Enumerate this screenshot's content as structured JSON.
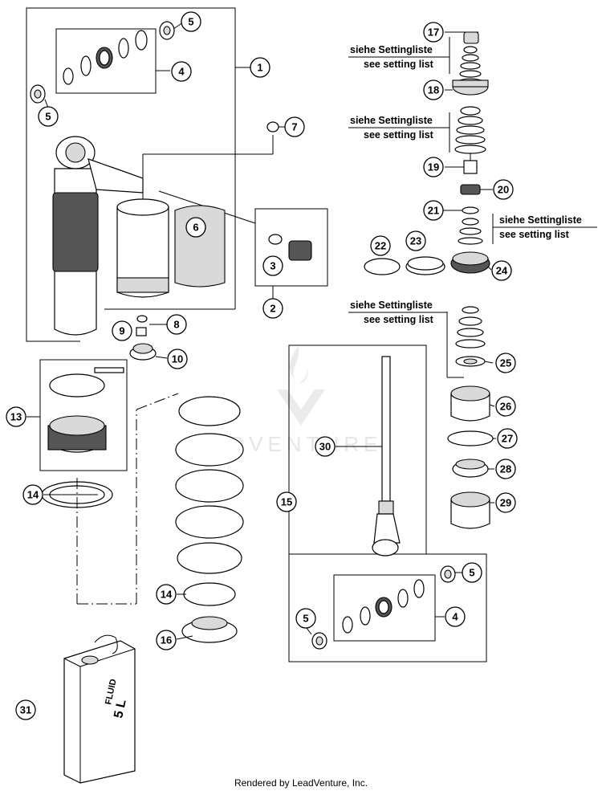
{
  "callouts": {
    "c1": "1",
    "c2": "2",
    "c3": "3",
    "c4a": "4",
    "c4b": "4",
    "c5a": "5",
    "c5b": "5",
    "c5c": "5",
    "c5d": "5",
    "c6": "6",
    "c7": "7",
    "c8": "8",
    "c9": "9",
    "c10": "10",
    "c13": "13",
    "c14a": "14",
    "c14b": "14",
    "c15": "15",
    "c16": "16",
    "c17": "17",
    "c18": "18",
    "c19": "19",
    "c20": "20",
    "c21": "21",
    "c22": "22",
    "c23": "23",
    "c24": "24",
    "c25": "25",
    "c26": "26",
    "c27": "27",
    "c28": "28",
    "c29": "29",
    "c30": "30",
    "c31": "31"
  },
  "notes": {
    "n1_de": "siehe Settingliste",
    "n1_en": "see setting list",
    "n2_de": "siehe Settingliste",
    "n2_en": "see setting list",
    "n3_de": "siehe Settingliste",
    "n3_en": "see setting list",
    "n4_de": "siehe Settingliste",
    "n4_en": "see setting list"
  },
  "can": {
    "label_top": "FLUID",
    "label_bottom": "5 L"
  },
  "watermark": "ADVENTURE",
  "footer": "Rendered by LeadVenture, Inc."
}
